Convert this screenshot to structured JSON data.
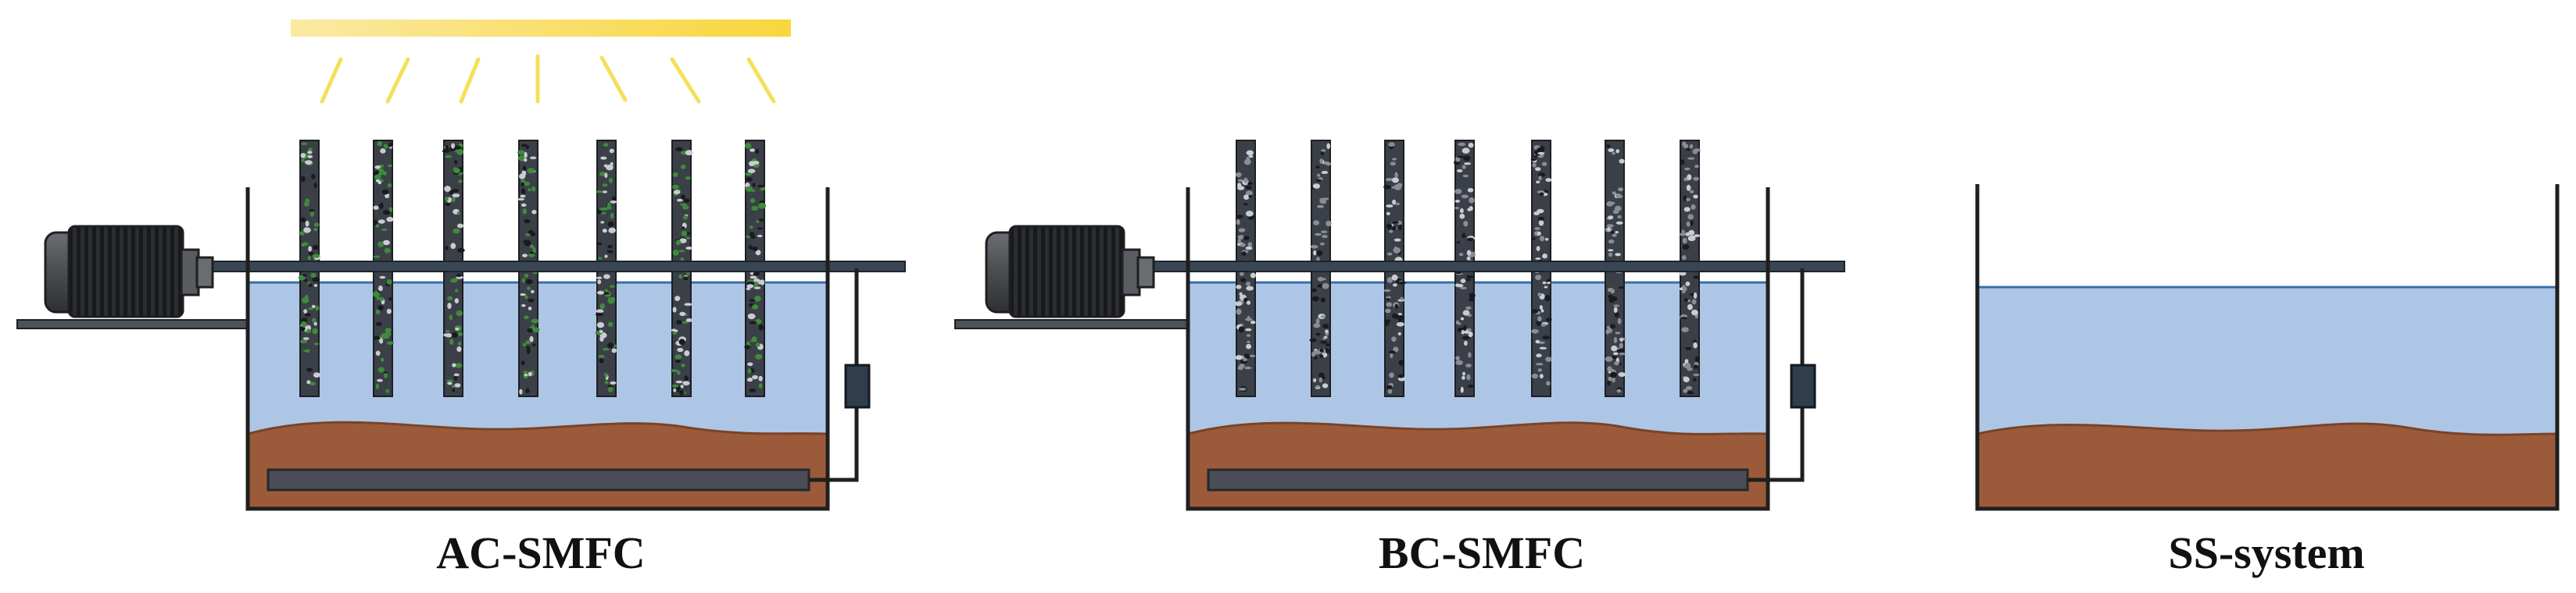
{
  "systems": [
    {
      "label": "AC-SMFC",
      "has_motor": true,
      "electrode_rods": 7,
      "rod_biofilm": "algae",
      "has_light": true,
      "has_anode": true
    },
    {
      "label": "BC-SMFC",
      "has_motor": true,
      "electrode_rods": 7,
      "rod_biofilm": "bacteria",
      "has_light": false,
      "has_anode": true
    },
    {
      "label": "SS-system",
      "has_motor": false,
      "electrode_rods": 0,
      "rod_biofilm": "none",
      "has_light": false,
      "has_anode": false
    }
  ],
  "colors": {
    "water": "#aec6e6",
    "sediment": "#9b5b3b",
    "tank_outline": "#1f1f1f",
    "anode": "#4a4d55",
    "shaft": "#3a4653",
    "light_bar": "#f8d94c",
    "light_rays": "#f6df5a",
    "rod_base": "#3b3f47",
    "algae": "#3f8a3c",
    "bacteria": "#8a8d94"
  },
  "icons": {
    "motor": "electric-motor-icon",
    "resistor": "external-resistor-icon",
    "light": "light-source-icon"
  }
}
